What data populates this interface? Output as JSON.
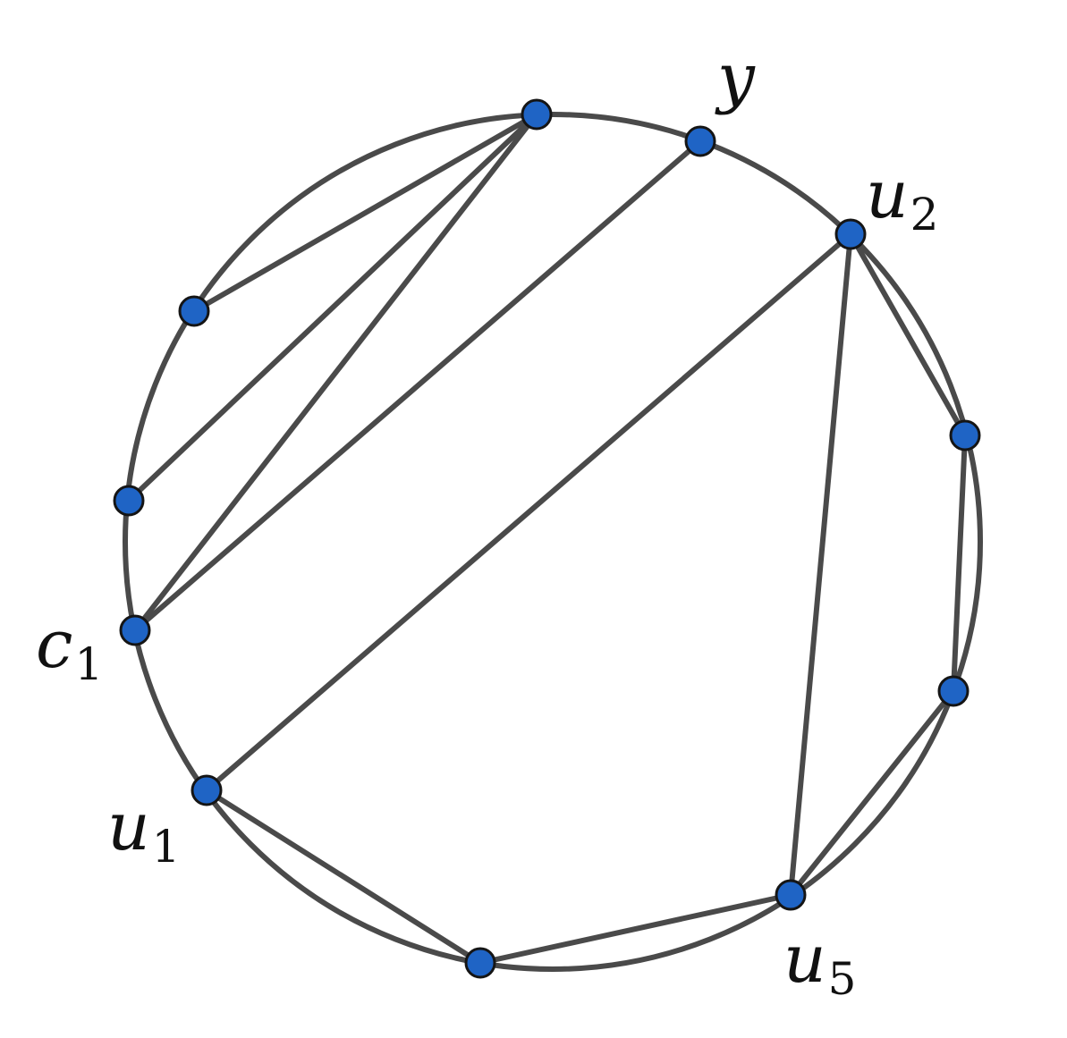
{
  "diagram": {
    "vertices": [
      {
        "id": "top",
        "label": "",
        "sub": ""
      },
      {
        "id": "y",
        "label": "y",
        "sub": ""
      },
      {
        "id": "u2",
        "label": "u",
        "sub": "2"
      },
      {
        "id": "r1",
        "label": "",
        "sub": ""
      },
      {
        "id": "r2",
        "label": "",
        "sub": ""
      },
      {
        "id": "u5",
        "label": "u",
        "sub": "5"
      },
      {
        "id": "bot",
        "label": "",
        "sub": ""
      },
      {
        "id": "u1",
        "label": "u",
        "sub": "1"
      },
      {
        "id": "c1",
        "label": "c",
        "sub": "1"
      },
      {
        "id": "l1",
        "label": "",
        "sub": ""
      },
      {
        "id": "l2",
        "label": "",
        "sub": ""
      }
    ],
    "chords": [
      [
        "top",
        "l2"
      ],
      [
        "top",
        "l1"
      ],
      [
        "top",
        "c1"
      ],
      [
        "y",
        "c1"
      ],
      [
        "u2",
        "u1"
      ],
      [
        "u2",
        "u5"
      ],
      [
        "u2",
        "r1"
      ],
      [
        "r1",
        "r2"
      ],
      [
        "r2",
        "u5"
      ],
      [
        "u5",
        "bot"
      ],
      [
        "bot",
        "u1"
      ]
    ],
    "colors": {
      "node_fill": "#1f64c5",
      "edge": "#4a4a4a"
    }
  }
}
